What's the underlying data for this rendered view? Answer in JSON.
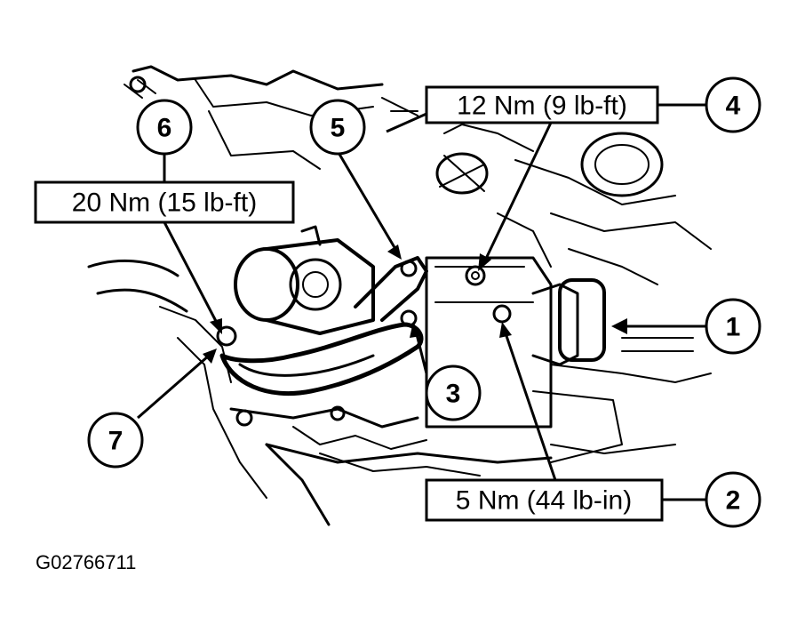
{
  "callouts": {
    "c1": "1",
    "c2": "2",
    "c3": "3",
    "c4": "4",
    "c5": "5",
    "c6": "6",
    "c7": "7"
  },
  "specs": {
    "spec_4": "12 Nm (9 lb-ft)",
    "spec_6": "20 Nm (15 lb-ft)",
    "spec_2": "5 Nm (44 lb-in)"
  },
  "figure_id": "G02766711"
}
